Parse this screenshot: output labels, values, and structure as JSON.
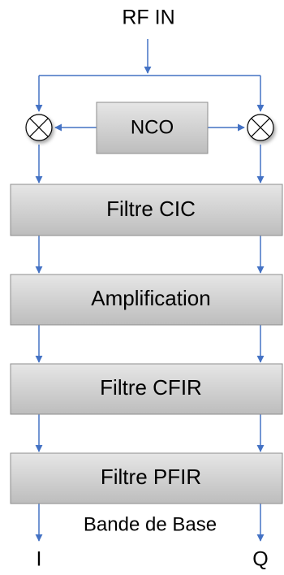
{
  "input_label": "RF IN",
  "nco_label": "NCO",
  "blocks": {
    "cic": "Filtre CIC",
    "amp": "Amplification",
    "cfir": "Filtre CFIR",
    "pfir": "Filtre PFIR"
  },
  "baseband_label": "Bande de Base",
  "output_i": "I",
  "output_q": "Q",
  "colors": {
    "arrow": "#4472C4",
    "block_fill_top": "#E6E6E6",
    "block_fill_bottom": "#BDBDBD",
    "block_border": "#8C8C8C",
    "mixer_fill": "#ffffff",
    "text": "#000000"
  },
  "icons": {
    "mixer": "circle-x-mixer-icon"
  }
}
